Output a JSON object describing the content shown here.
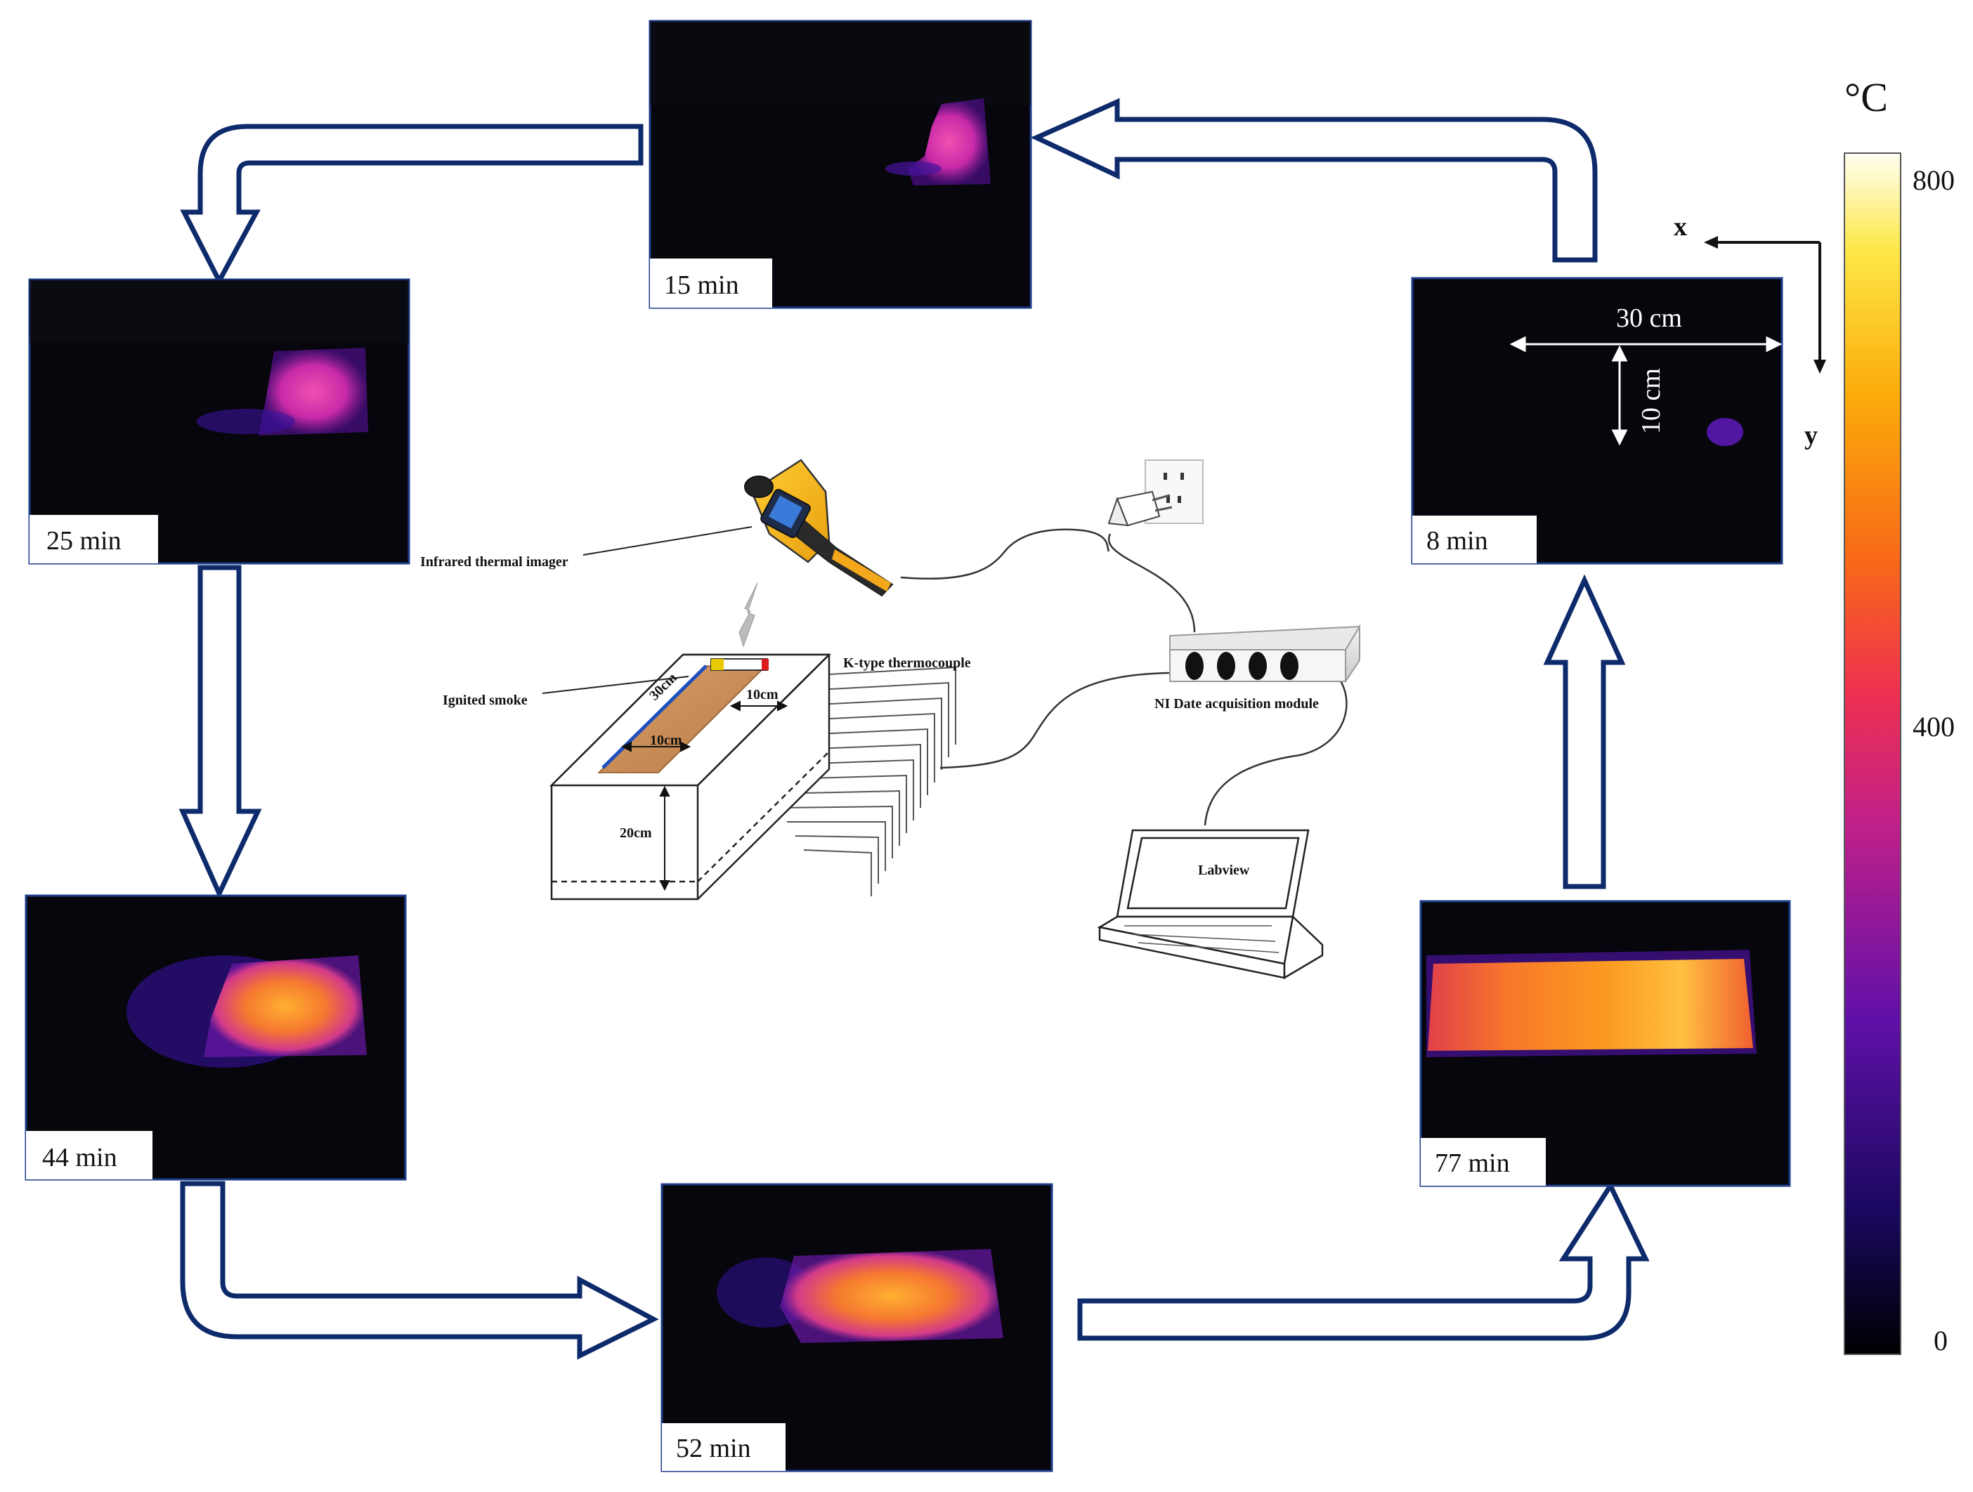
{
  "panels": [
    {
      "id": "p15",
      "time": "15 min"
    },
    {
      "id": "p25",
      "time": "25 min"
    },
    {
      "id": "p44",
      "time": "44 min"
    },
    {
      "id": "p52",
      "time": "52 min"
    },
    {
      "id": "p77",
      "time": "77 min"
    },
    {
      "id": "p8",
      "time": "8 min"
    }
  ],
  "dimensions": {
    "width": "30 cm",
    "height": "10 cm"
  },
  "axes": {
    "x": "x",
    "y": "y"
  },
  "colorbar": {
    "unit": "°C",
    "max": "800",
    "mid": "400",
    "min": "0"
  },
  "setup": {
    "imager": "Infrared thermal imager",
    "smoke": "Ignited smoke",
    "thermocouple": "K-type thermocouple",
    "daq": "NI Date acquisition module",
    "software": "Labview",
    "dim_length": "30cm",
    "dim_width_top": "10cm",
    "dim_width_mid": "10cm",
    "dim_depth": "20cm"
  },
  "colors": {
    "arrow_stroke": "#0d2a6b",
    "thermal_bg": "#06060c"
  }
}
